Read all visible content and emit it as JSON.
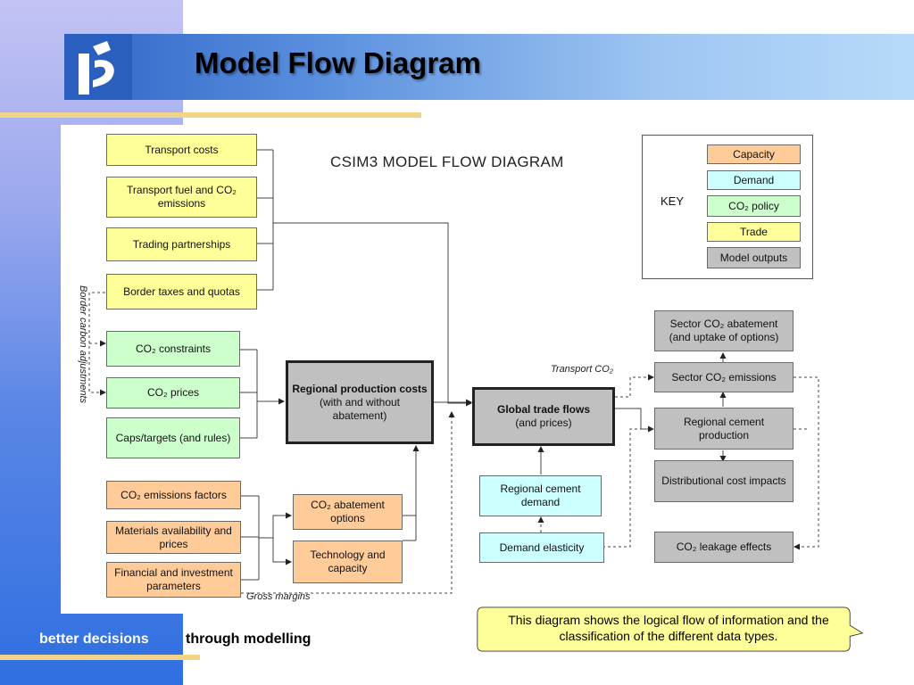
{
  "header": {
    "title": "Model Flow Diagram"
  },
  "footer": {
    "text_highlight": "better decisions",
    "text_rest": "through modelling"
  },
  "callout": {
    "text": "This diagram shows the logical flow of information and the classification of the different data types."
  },
  "diagram": {
    "title": "CSIM3 MODEL FLOW DIAGRAM",
    "key": {
      "label": "KEY",
      "capacity": "Capacity",
      "demand": "Demand",
      "co2_policy": "CO₂ policy",
      "trade": "Trade",
      "model_outputs": "Model outputs"
    },
    "trade_inputs": {
      "transport_costs": "Transport costs",
      "transport_fuel": "Transport fuel and CO₂ emissions",
      "trading_partnerships": "Trading partnerships",
      "border_taxes": "Border taxes and quotas"
    },
    "policy_inputs": {
      "co2_constraints": "CO₂ constraints",
      "co2_prices": "CO₂ prices",
      "caps_targets": "Caps/targets (and rules)"
    },
    "capacity_inputs": {
      "emission_factors": "CO₂ emissions factors",
      "materials": "Materials availability and prices",
      "financial": "Financial and investment parameters",
      "abatement_options": "CO₂ abatement options",
      "technology": "Technology and capacity"
    },
    "core": {
      "regional_production_title": "Regional production costs",
      "regional_production_sub": "(with and without abatement)",
      "global_trade_title": "Global trade flows",
      "global_trade_sub": "(and prices)"
    },
    "demand": {
      "regional_demand": "Regional cement demand",
      "elasticity": "Demand elasticity"
    },
    "outputs": {
      "sector_abatement": "Sector CO₂ abatement (and uptake of options)",
      "sector_emissions": "Sector CO₂ emissions",
      "regional_production": "Regional cement production",
      "distributional": "Distributional cost impacts",
      "leakage": "CO₂ leakage effects"
    },
    "labels": {
      "border_carbon": "Border carbon adjustments",
      "transport_co2": "Transport CO₂",
      "gross_margins": "Gross margins"
    }
  }
}
